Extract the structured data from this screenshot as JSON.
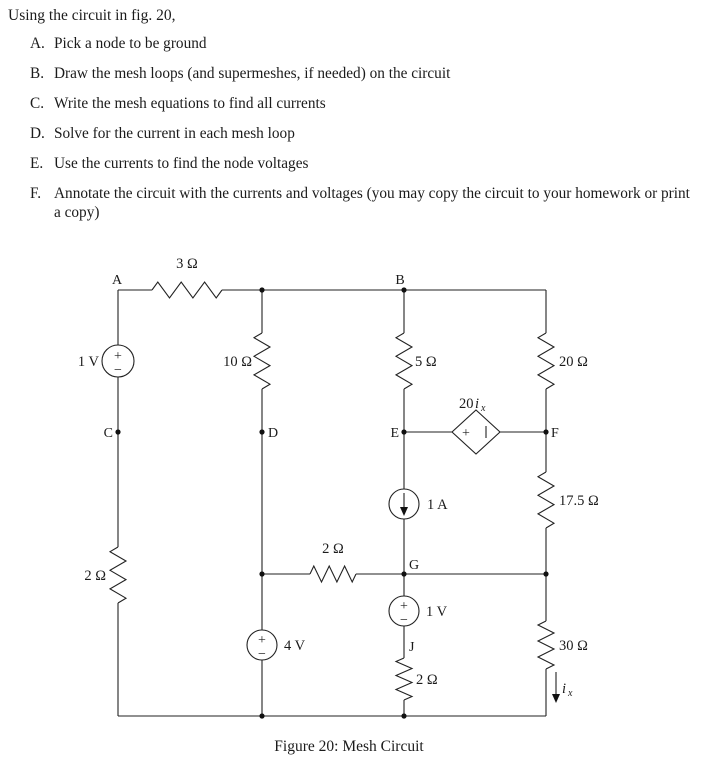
{
  "page": {
    "intro": "Using the circuit in fig. 20,",
    "tasks": [
      {
        "label": "A.",
        "text": "Pick a node to be ground"
      },
      {
        "label": "B.",
        "text": "Draw the mesh loops (and supermeshes, if needed) on the circuit"
      },
      {
        "label": "C.",
        "text": "Write the mesh equations to find all currents"
      },
      {
        "label": "D.",
        "text": "Solve for the current in each mesh loop"
      },
      {
        "label": "E.",
        "text": "Use the currents to find the node voltages"
      },
      {
        "label": "F.",
        "text": "Annotate the circuit with the currents and voltages (you may copy the circuit to your homework or print a copy)"
      }
    ],
    "caption": "Figure 20: Mesh Circuit"
  },
  "circuit": {
    "nodes": {
      "a": "A",
      "b": "B",
      "c": "C",
      "d": "D",
      "e": "E",
      "f": "F",
      "g": "G",
      "j": "J"
    },
    "resistors": {
      "top": "3 Ω",
      "mid_upper": "10 Ω",
      "b_col": "5 Ω",
      "right_upper": "20 Ω",
      "right_mid": "17.5 Ω",
      "left_lower": "2 Ω",
      "mid_row": "2 Ω",
      "j_col": "2 Ω",
      "right_lower": "30 Ω"
    },
    "sources": {
      "v_left": {
        "label": "1 V",
        "plus": "+",
        "minus": "−"
      },
      "i_1a": {
        "label": "1 A"
      },
      "v_mid": {
        "label": "1 V",
        "plus": "+",
        "minus": "−"
      },
      "v_4": {
        "label": "4 V",
        "plus": "+",
        "minus": "−"
      },
      "dep": {
        "coeff": "20",
        "var": "i",
        "sub": "x",
        "plus": "+"
      }
    },
    "ix_label": {
      "var": "i",
      "sub": "x"
    }
  }
}
